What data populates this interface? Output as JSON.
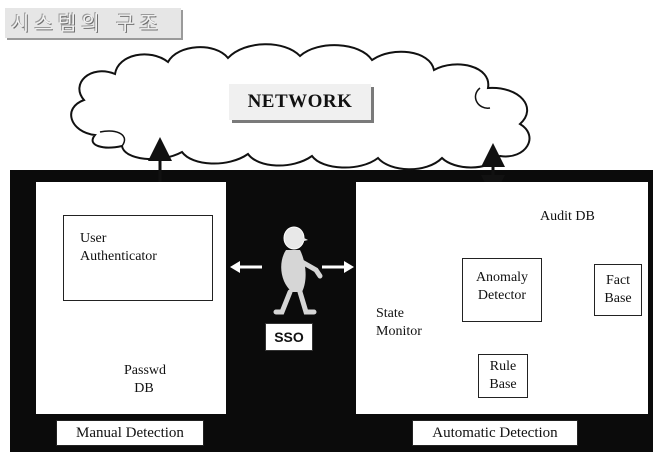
{
  "title": "시스템의 구조",
  "network": {
    "label": "NETWORK"
  },
  "manual_side": {
    "authenticator_line1": "User",
    "authenticator_line2": "Authenticator",
    "db_line1": "Passwd",
    "db_line2": "DB",
    "caption": "Manual Detection"
  },
  "center": {
    "operator_label": "SSO"
  },
  "automatic_side": {
    "audit_db": "Audit DB",
    "anomaly_line1": "Anomaly",
    "anomaly_line2": "Detector",
    "fact_line1": "Fact",
    "fact_line2": "Base",
    "rule_line1": "Rule",
    "rule_line2": "Base",
    "monitor_line1": "State",
    "monitor_line2": "Monitor",
    "caption": "Automatic Detection"
  }
}
